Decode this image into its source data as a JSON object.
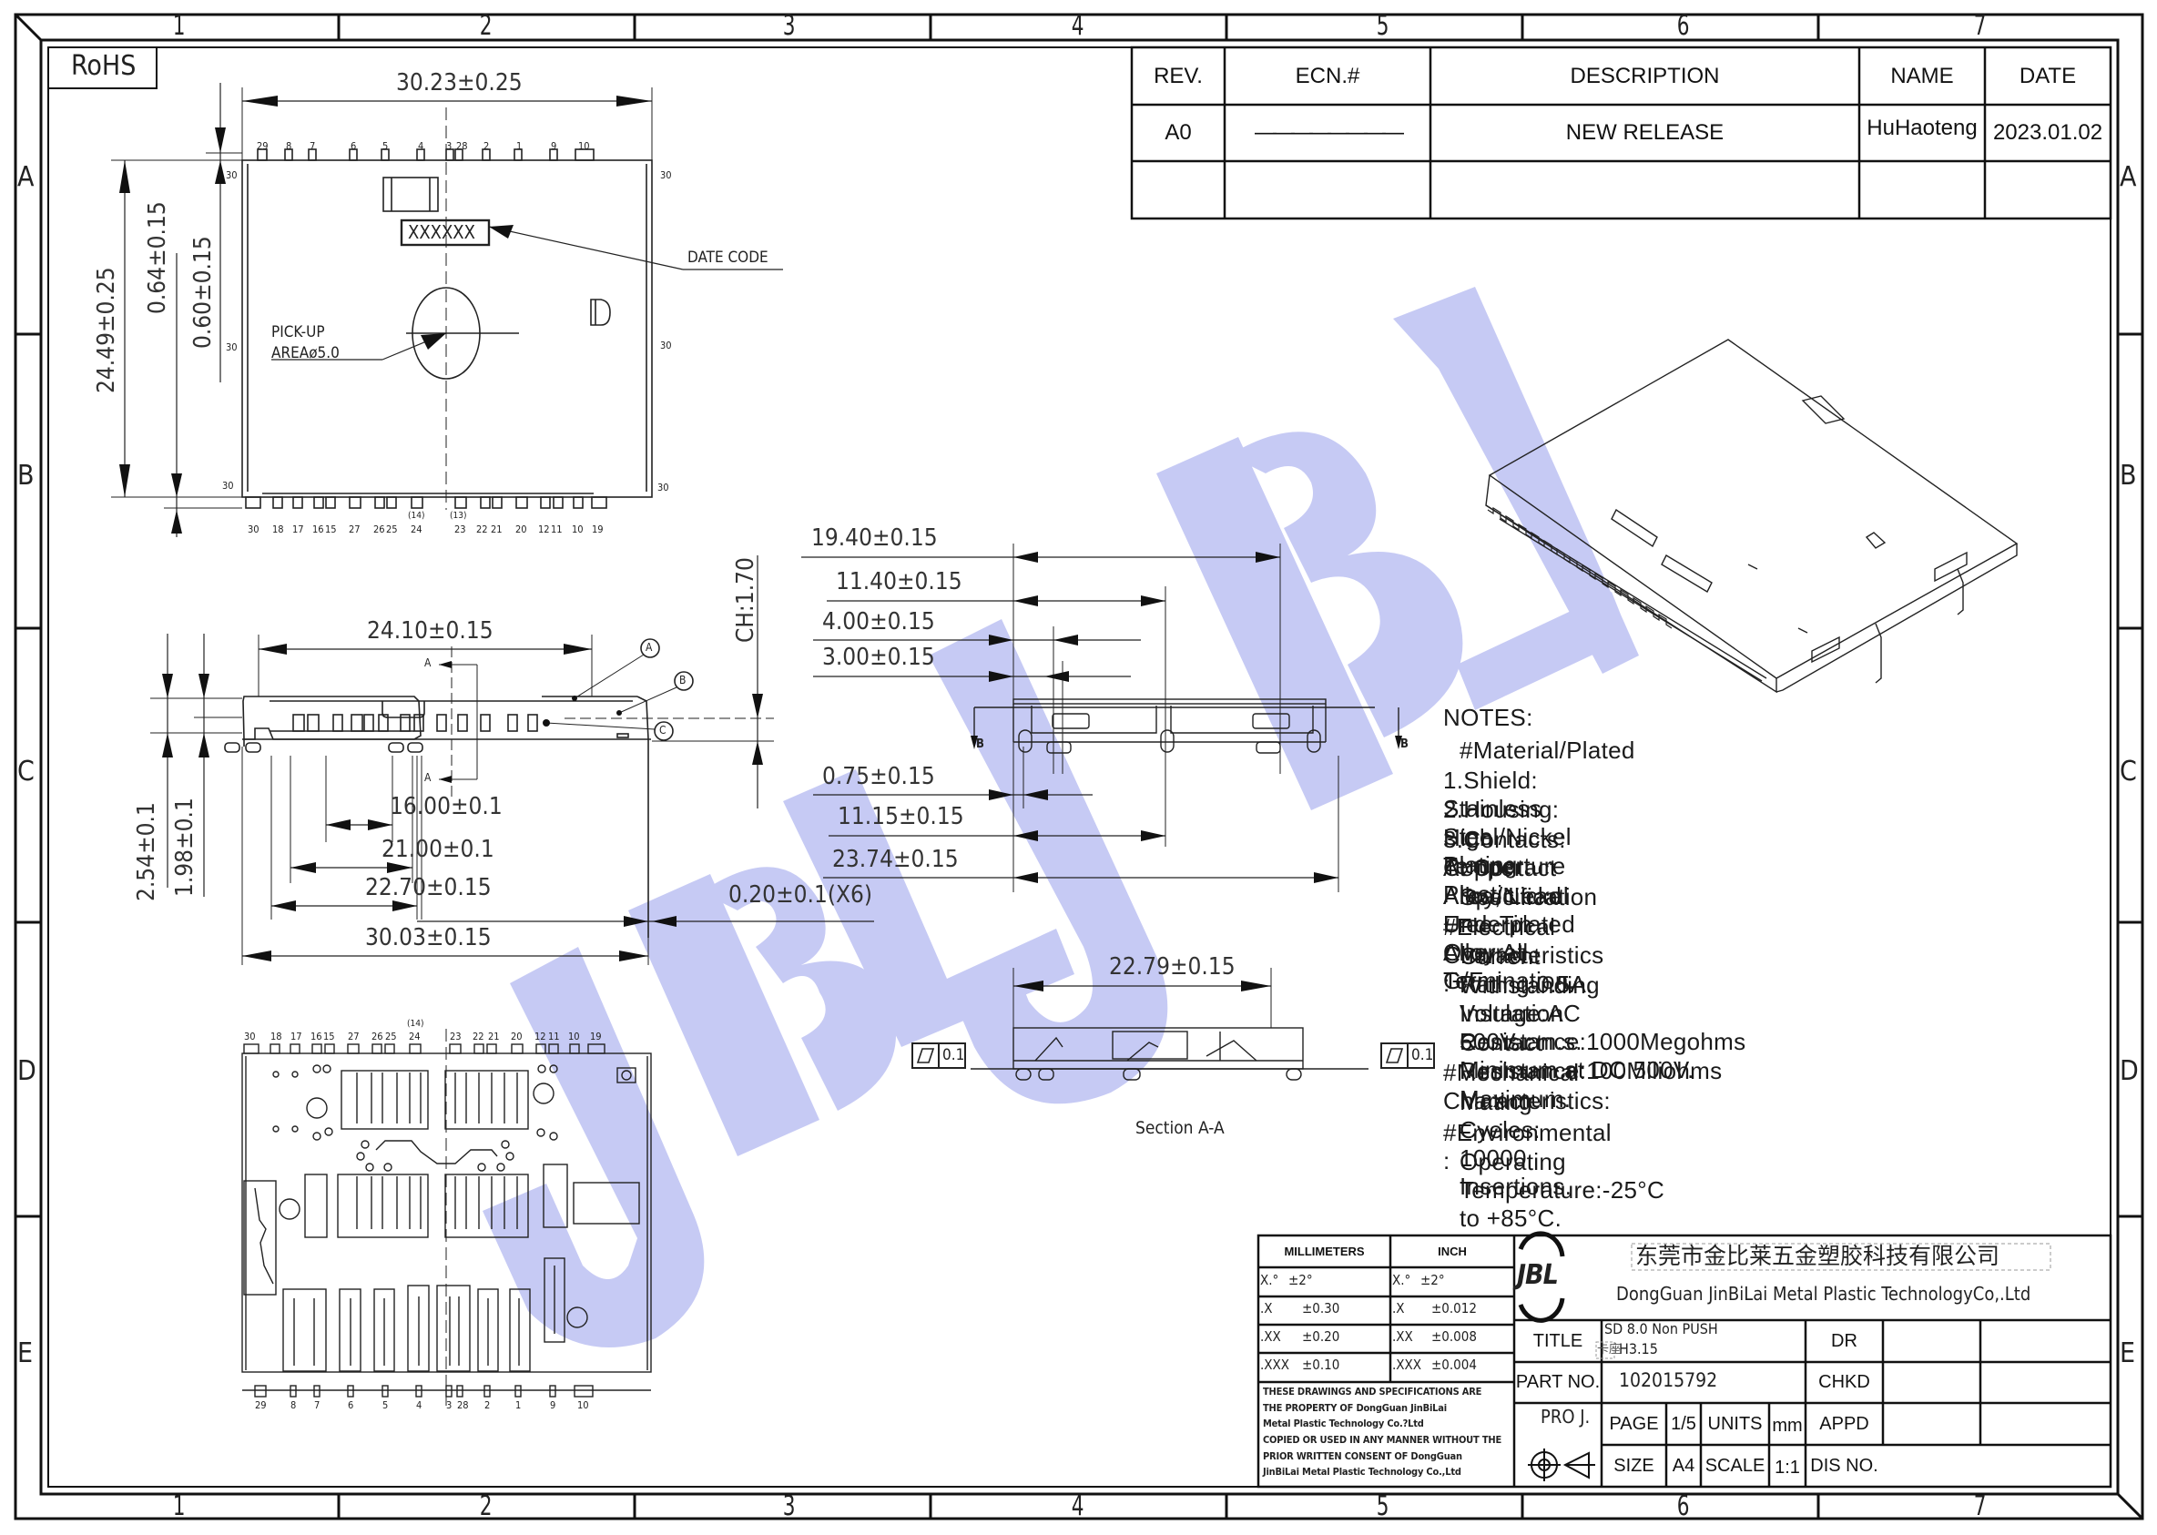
{
  "drawing": {
    "rohs_label": "RoHS",
    "zones": {
      "columns": [
        "1",
        "2",
        "3",
        "4",
        "5",
        "6",
        "7"
      ],
      "rows": [
        "A",
        "B",
        "C",
        "D",
        "E"
      ]
    },
    "watermark": {
      "text": "JBL JBL",
      "color": "#c4c8f4"
    },
    "frame_color": "#111111"
  },
  "revision_table": {
    "headers": [
      "REV.",
      "ECN.#",
      "DESCRIPTION",
      "NAME",
      "DATE"
    ],
    "rows": [
      {
        "rev": "A0",
        "ecn": "————————",
        "description": "NEW RELEASE",
        "name": "HuHaoteng",
        "date": "2023.01.02"
      },
      {
        "rev": "",
        "ecn": "",
        "description": "",
        "name": "",
        "date": ""
      }
    ]
  },
  "top_view": {
    "width_dim": "30.23±0.25",
    "height_dim": "24.49±0.25",
    "dim_064": "0.64±0.15",
    "dim_060": "0.60±0.15",
    "date_code_mark": "XXXXXX",
    "date_code_label": "DATE CODE",
    "pickup_label_1": "PICK-UP",
    "pickup_label_2": "AREAø5.0",
    "top_pins": [
      "29",
      "8",
      "7",
      "6",
      "5",
      "4",
      "3",
      "28",
      "2",
      "1",
      "9",
      "10"
    ],
    "bottom_pins": [
      "30",
      "18",
      "17",
      "16",
      "15",
      "27",
      "26",
      "25",
      "24",
      "23",
      "22",
      "21",
      "20",
      "12",
      "11",
      "10",
      "19"
    ],
    "bottom_pin_notes": [
      "(14)",
      "(13)"
    ],
    "side_pin_label": "30"
  },
  "side_view": {
    "dim_2410": "24.10±0.15",
    "dim_1600": "16.00±0.1",
    "dim_2100": "21.00±0.1",
    "dim_2270": "22.70±0.15",
    "dim_3003": "30.03±0.15",
    "dim_254": "2.54±0.1",
    "dim_198": "1.98±0.1",
    "dim_020": "0.20±0.1(X6)",
    "dim_ch": "CH:1.70",
    "section_marker": "A",
    "callouts": [
      "A",
      "B",
      "C"
    ]
  },
  "front_view": {
    "dim_1940": "19.40±0.15",
    "dim_1140": "11.40±0.15",
    "dim_400": "4.00±0.15",
    "dim_300": "3.00±0.15",
    "dim_075": "0.75±0.15",
    "dim_1115": "11.15±0.15",
    "dim_2374": "23.74±0.15",
    "section_marker": "B"
  },
  "section_view": {
    "dim_2279": "22.79±0.15",
    "flatness_value": "0.1",
    "caption": "Section A-A"
  },
  "bottom_view": {
    "top_pins": [
      "30",
      "18",
      "17",
      "16",
      "15",
      "27",
      "26",
      "25",
      "24",
      "23",
      "22",
      "21",
      "20",
      "12",
      "11",
      "10",
      "19"
    ],
    "top_pin_note": "(14)",
    "bottom_pins": [
      "29",
      "8",
      "7",
      "6",
      "5",
      "4",
      "3",
      "28",
      "2",
      "1",
      "9",
      "10"
    ]
  },
  "notes": {
    "title": "NOTES:",
    "lines": [
      " #Material/Plated",
      "1.Shield: Stainless Steel/Nickel Plating",
      "2.Housing: High Temperture Plastic",
      "3.Contacts: Copper Alloy/Nickel Underplated Overrall, G/F",
      "At Contact Area, Lead Free Tin Alloy At Termination.",
      " Specification",
      "#Electrical Characteristics :",
      " Current Rating:0.5A.",
      " Withstanding Voltage:AC 500V r.m.s.",
      " Insulation Resistance:1000Megohms Minimum at DC 500V.",
      " Contact Resistance:100Miliohms Maximum.",
      "#Mechanical Characteristics:",
      " Mating Cyeles: 10000 Insertions.",
      "#Environmental :",
      " Operating Temperature:-25°C to +85°C."
    ]
  },
  "title_block": {
    "tolerance": {
      "headers": [
        "MILLIMETERS",
        "INCH"
      ],
      "rows": [
        {
          "mm_key": "X.°",
          "mm_val": "±2°",
          "in_key": "X.°",
          "in_val": "±2°"
        },
        {
          "mm_key": ".X",
          "mm_val": "±0.30",
          "in_key": ".X",
          "in_val": "±0.012"
        },
        {
          "mm_key": ".XX",
          "mm_val": "±0.20",
          "in_key": ".XX",
          "in_val": "±0.008"
        },
        {
          "mm_key": ".XXX",
          "mm_val": "±0.10",
          "in_key": ".XXX",
          "in_val": "±0.004"
        }
      ]
    },
    "disclaimer": [
      "THESE DRAWINGS AND SPECIFICATIONS ARE",
      "THE PROPERTY OF DongGuan JinBiLai",
      "Metal Plastic Technology Co.?Ltd",
      "COPIED OR USED IN ANY MANNER WITHOUT THE",
      "PRIOR WRITTEN CONSENT OF DongGuan",
      "JinBiLai Metal Plastic Technology Co.,Ltd"
    ],
    "logo_text": "JBL",
    "company_cn": "东莞市金比莱五金塑胶科技有限公司",
    "company_en": "DongGuan JinBiLai Metal Plastic TechnologyCo,.Ltd",
    "title_label": "TITLE",
    "title_line1": "SD 8.0 Non PUSH",
    "title_line2_cn": "卡座",
    "title_line2": "H3.15",
    "part_no_label": "PART NO.",
    "part_no": "102015792",
    "proj_label": "PRO J.",
    "page_label": "PAGE",
    "page_value": "1/5",
    "units_label": "UNITS",
    "units_value": "mm",
    "size_label": "SIZE",
    "size_value": "A4",
    "scale_label": "SCALE",
    "scale_value": "1:1",
    "dr_label": "DR",
    "chkd_label": "CHKD",
    "appd_label": "APPD",
    "disno_label": "DIS NO."
  }
}
